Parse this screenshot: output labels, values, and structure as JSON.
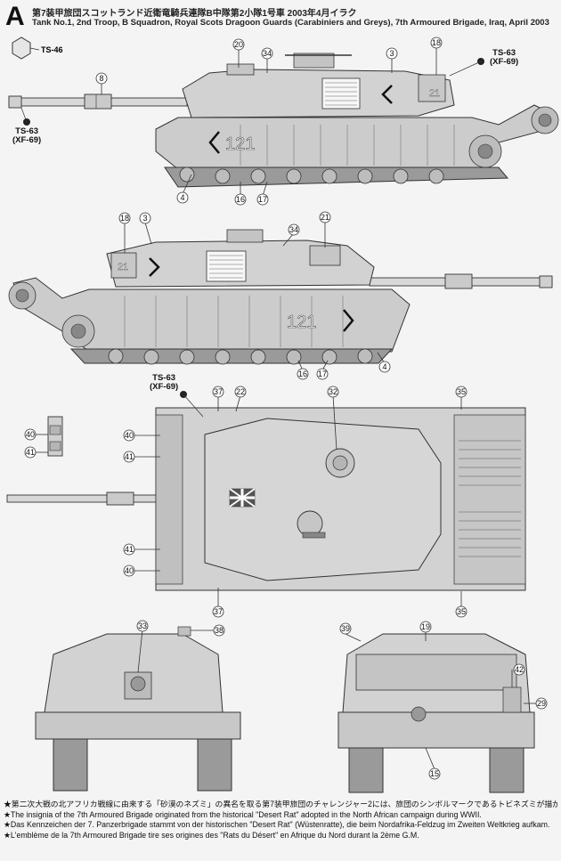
{
  "section": "A",
  "title_jp": "第7装甲旅団スコットランド近衛竜騎兵連隊B中隊第2小隊1号車 2003年4月イラク",
  "title_en": "Tank No.1, 2nd Troop, B Squadron, Royal Scots Dragoon Guards (Carabiniers and Greys), 7th Armoured Brigade, Iraq, April 2003",
  "paints": {
    "ts46": "TS-46",
    "ts63_xf69": [
      "TS-63",
      "(XF-69)"
    ]
  },
  "part_numbers": {
    "side_top": [
      "20",
      "34",
      "3",
      "18",
      "8",
      "4",
      "16",
      "17"
    ],
    "side_bottom": [
      "18",
      "3",
      "34",
      "21",
      "16",
      "17",
      "4"
    ],
    "top_view": [
      "37",
      "22",
      "32",
      "35",
      "40",
      "41",
      "41",
      "40",
      "37",
      "35"
    ],
    "loose_part": [
      "40",
      "41"
    ],
    "front_view": [
      "33",
      "38"
    ],
    "rear_view": [
      "39",
      "19",
      "42",
      "29",
      "15"
    ]
  },
  "hull_markings": {
    "turret_number": "21",
    "hull_number": "121"
  },
  "colors": {
    "background": "#f4f4f4",
    "tank_fill": "#cfcfcf",
    "tank_dark": "#8a8a8a",
    "line": "#333333",
    "callout_fill": "#ffffff",
    "camo_dot": "#222222"
  },
  "notes": [
    "★第二次大戦の北アフリカ戦線に由来する「砂漠のネズミ」の異名を取る第7装甲旅団のチャレンジャー2には、旅団のシンボルマークであるトビネズミが描かれています。",
    "★The insignia of the 7th Armoured Brigade originated from the historical \"Desert Rat\" adopted in the North African campaign during WWII.",
    "★Das Kennzeichen der 7. Panzerbrigade stammt von der historischen \"Desert Rat\" (Wüstenratte), die beim Nordafrika-Feldzug im Zweiten Weltkrieg aufkam.",
    "★L'emblème de la 7th Armoured Brigade tire ses origines des \"Rats du Désert\" en Afrique du Nord durant la 2ème G.M."
  ]
}
